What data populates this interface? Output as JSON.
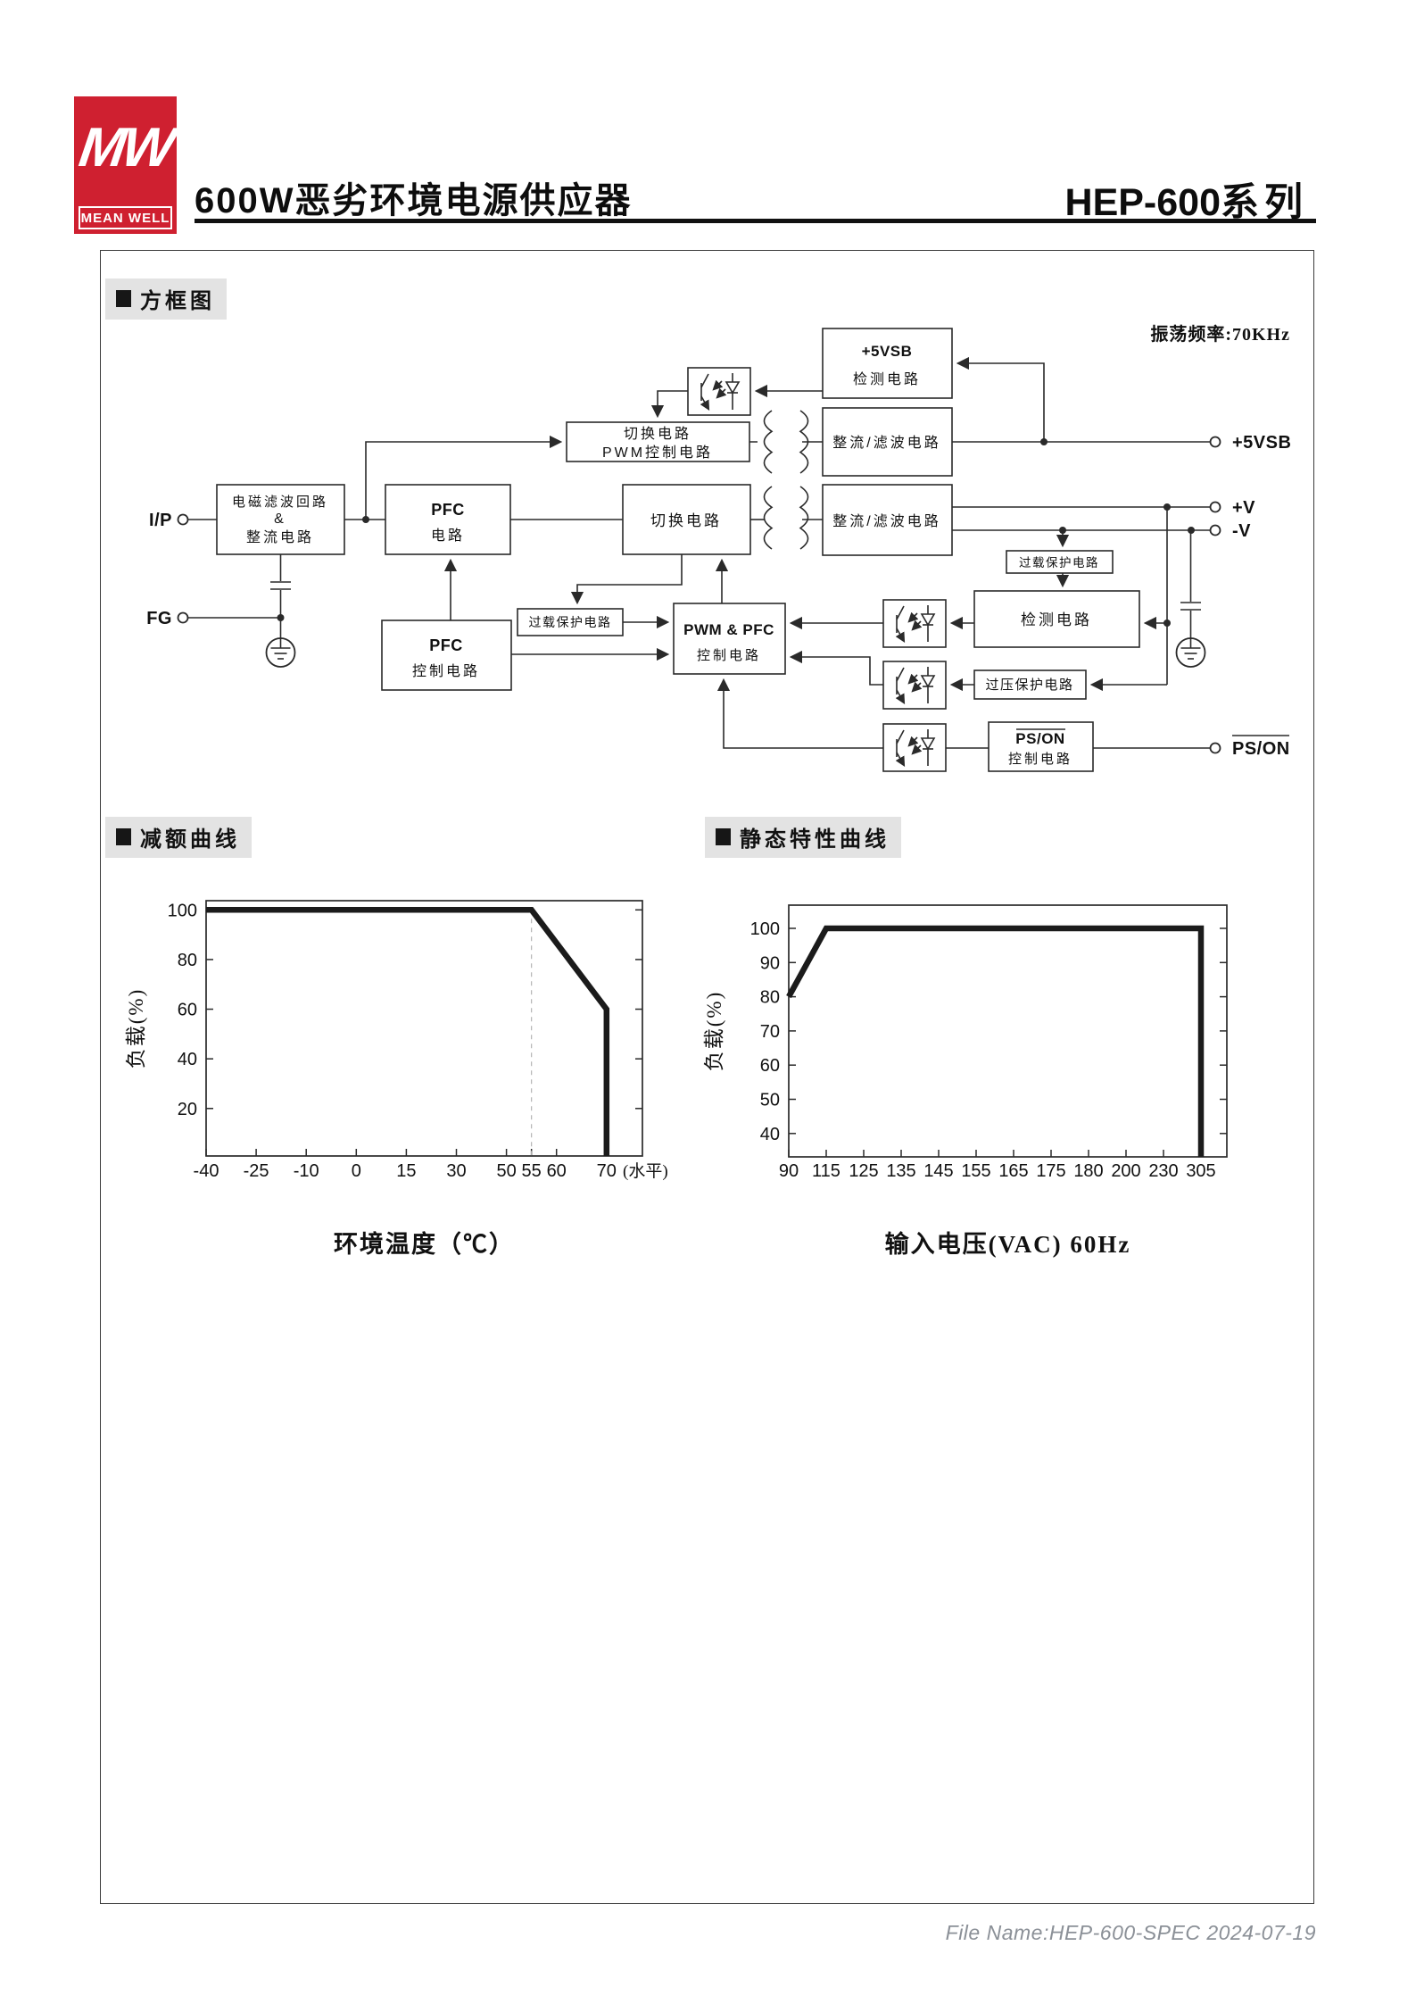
{
  "header": {
    "logo_monogram": "MW",
    "logo_name": "MEAN WELL",
    "title": "600W恶劣环境电源供应器",
    "series": "HEP-600",
    "series_suffix": "系列"
  },
  "sections": {
    "block_diagram": "方框图",
    "derating": "减额曲线",
    "static_curve": "静态特性曲线"
  },
  "diagram": {
    "osc_freq": "振荡频率:70KHz",
    "boxes": {
      "vsb_detect": [
        "+5VSB",
        "检测电路"
      ],
      "sw_pwm": [
        "切换电路",
        "PWM控制电路"
      ],
      "rect_filter1": "整流/滤波电路",
      "emi_filter": [
        "电磁滤波回路",
        "&",
        "整流电路"
      ],
      "pfc": [
        "PFC",
        "电路"
      ],
      "sw_main": "切换电路",
      "rect_filter2": "整流/滤波电路",
      "overload1": "过载保护电路",
      "pfc_ctrl": [
        "PFC",
        "控制电路"
      ],
      "pwm_pfc": [
        "PWM & PFC",
        "控制电路"
      ],
      "overload2": "过载保护电路",
      "detect": "检测电路",
      "ovp": "过压保护电路",
      "pson_ctrl": [
        "PS/ON",
        "控制电路"
      ]
    },
    "terminals": {
      "ip": "I/P",
      "fg": "FG",
      "vsb": "+5VSB",
      "vplus": "+V",
      "vminus": "-V",
      "pson": "PS/ON"
    }
  },
  "chart_data": [
    {
      "type": "line",
      "title": "减额曲线",
      "xlabel": "环境温度（℃）",
      "x_axis_note": "(水平)",
      "ylabel": "负载(%)",
      "x_ticks": [
        "-40",
        "-25",
        "-10",
        "0",
        "15",
        "30",
        "50",
        "55",
        "60",
        "70"
      ],
      "x_tick_units": [
        0,
        1,
        2,
        3,
        4,
        5,
        6,
        6.5,
        7,
        8
      ],
      "y_ticks": [
        20,
        40,
        60,
        80,
        100
      ],
      "ylim": [
        0,
        103
      ],
      "grid": false,
      "legend": "none",
      "dashed_guide_x": 55,
      "series": [
        {
          "name": "load_vs_ambient_temp",
          "points": [
            [
              -40,
              100
            ],
            [
              55,
              100
            ],
            [
              70,
              60
            ],
            [
              70,
              0
            ]
          ]
        }
      ]
    },
    {
      "type": "line",
      "title": "静态特性曲线",
      "xlabel": "输入电压(VAC) 60Hz",
      "ylabel": "负载(%)",
      "x_ticks": [
        "90",
        "115",
        "125",
        "135",
        "145",
        "155",
        "165",
        "175",
        "180",
        "200",
        "230",
        "305"
      ],
      "y_ticks": [
        40,
        50,
        60,
        70,
        80,
        90,
        100
      ],
      "ylim": [
        0,
        105
      ],
      "grid": false,
      "legend": "none",
      "series": [
        {
          "name": "load_vs_input_voltage",
          "points": [
            [
              90,
              80
            ],
            [
              115,
              100
            ],
            [
              305,
              100
            ],
            [
              305,
              0
            ]
          ]
        }
      ]
    }
  ],
  "footer": {
    "file_name": "File Name:HEP-600-SPEC  2024-07-19"
  }
}
